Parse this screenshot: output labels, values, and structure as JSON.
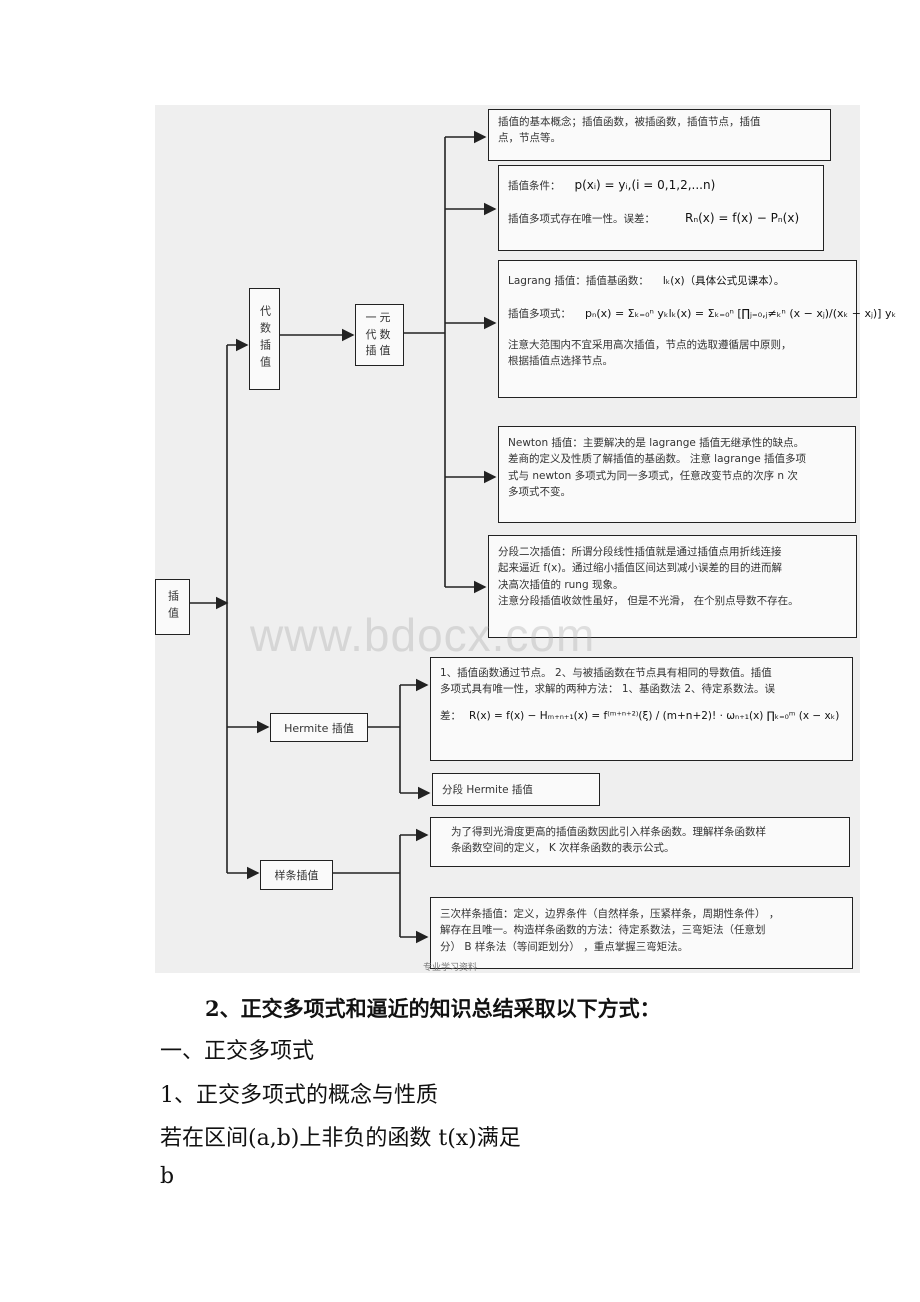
{
  "diagram": {
    "root": "插值",
    "branch_algebraic": "代数插值",
    "branch_univariate": "一元代数插值",
    "box1": [
      "插值的基本概念；插值函数，被插函数，插值节点，插值",
      "点，节点等。"
    ],
    "box2": {
      "cond_label": "插值条件：",
      "cond_formula": "p(xᵢ) = yᵢ,(i = 0,1,2,...n)",
      "unique_label": "插值多项式存在唯一性。误差：",
      "error_formula": "Rₙ(x) = f(x) − Pₙ(x)"
    },
    "box3": {
      "line1_label": "Lagrang 插值：插值基函数：",
      "line1_formula": "lₖ(x)（具体公式见课本）。",
      "line2_label": "插值多项式：",
      "line2_formula": "pₙ(x) = Σₖ₌₀ⁿ yₖlₖ(x) = Σₖ₌₀ⁿ [∏ⱼ₌₀,ⱼ≠ₖⁿ (x − xⱼ)/(xₖ − xⱼ)] yₖ",
      "note1": "注意大范围内不宜采用高次插值，节点的选取遵循居中原则，",
      "note2": "根据插值点选择节点。"
    },
    "box4": [
      "Newton 插值：主要解决的是 lagrange 插值无继承性的缺点。",
      "差商的定义及性质了解插值的基函数。 注意 lagrange 插值多项",
      "式与 newton 多项式为同一多项式，任意改变节点的次序 n 次",
      "多项式不变。"
    ],
    "box5": [
      "分段二次插值：所谓分段线性插值就是通过插值点用折线连接",
      "起来逼近 f(x)。通过缩小插值区间达到减小误差的目的进而解",
      "决高次插值的 rung 现象。",
      "注意分段插值收敛性虽好， 但是不光滑， 在个别点导数不存在。"
    ],
    "hermite_label": "Hermite 插值",
    "hermite_box": {
      "line1": "1、插值函数通过节点。 2、与被插函数在节点具有相同的导数值。插值",
      "line2": "多项式具有唯一性，求解的两种方法： 1、基函数法 2、待定系数法。误",
      "line3_label": "差：",
      "line3_formula": "R(x) = f(x) − Hₘ₊ₙ₊₁(x) = f⁽ᵐ⁺ⁿ⁺²⁾(ξ) / (m+n+2)! · ωₙ₊₁(x) ∏ₖ₌₀ᵐ (x − xₖ)"
    },
    "piecewise_hermite": "分段 Hermite 插值",
    "spline_label": "样条插值",
    "spline_box1": [
      "为了得到光滑度更高的插值函数因此引入样条函数。理解样条函数样",
      "条函数空间的定义， K 次样条函数的表示公式。"
    ],
    "spline_box2": [
      "三次样条插值：定义，边界条件（自然样条，压紧样条，周期性条件） ，",
      "解存在且唯一。构造样条函数的方法：待定系数法，三弯矩法（任意划",
      "分） B 样条法（等间距划分） ，重点掌握三弯矩法。"
    ],
    "footer_note": "专业学习资料",
    "watermark": "www.bdocx.com"
  },
  "body": {
    "heading": "2、正交多项式和逼近的知识总结采取以下方式：",
    "section": "一、正交多项式",
    "subsection": "1、正交多项式的概念与性质",
    "sentence": "若在区间(a,b)上非负的函数 t(x)满足",
    "var": "b"
  }
}
